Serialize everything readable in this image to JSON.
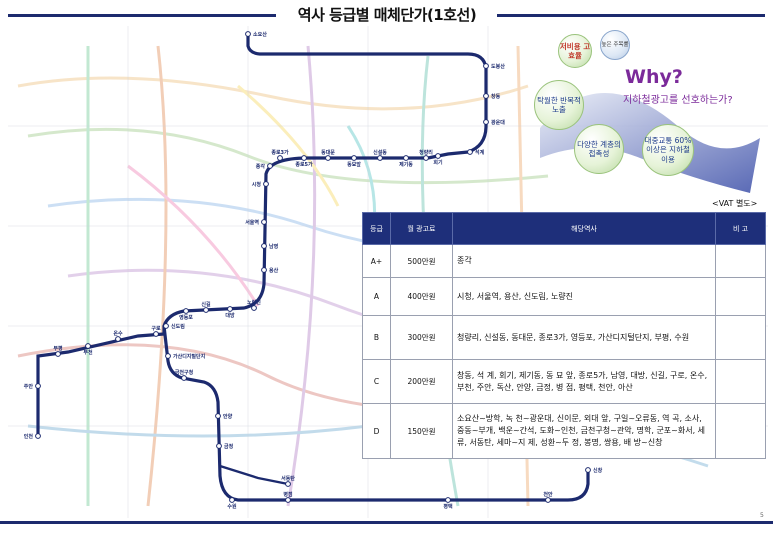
{
  "title": "역사 등급별 매체단가(1호선)",
  "page_number": "5",
  "why": {
    "title": "Why?",
    "subtitle": "지하철광고를 선호하는가?",
    "bubbles": [
      {
        "text": "저비용 고효율"
      },
      {
        "text": "높은 주목률"
      },
      {
        "text": "탁월한 반복적 노출"
      },
      {
        "text": "다양한 계층의 접촉성"
      },
      {
        "text": "대중교통 60% 이상은 지하철 이용"
      }
    ]
  },
  "vat_note": "<VAT 별도>",
  "table": {
    "headers": [
      "등급",
      "월 광고료",
      "해당역사",
      "비 고"
    ],
    "rows": [
      {
        "grade": "A+",
        "price": "500만원",
        "stations": "종각",
        "note": ""
      },
      {
        "grade": "A",
        "price": "400만원",
        "stations": "시청, 서울역, 용산, 신도림, 노량진",
        "note": ""
      },
      {
        "grade": "B",
        "price": "300만원",
        "stations": "청량리, 신설동, 동대문, 종로3가, 영등포, 가산디지털단지, 부평, 수원",
        "note": ""
      },
      {
        "grade": "C",
        "price": "200만원",
        "stations": "창동, 석 계, 회기, 제기동, 동 묘 앞, 종로5가, 남영, 대방, 신길, 구로, 온수, 부천, 주안, 독산, 안양, 금정, 병 점, 평택, 천안, 아산",
        "note": ""
      },
      {
        "grade": "D",
        "price": "150만원",
        "stations": "소요산~방학, 녹 천~광운대, 신이문, 외대 앞, 구일~오류동, 역 곡, 소사, 중동~부개, 백운~간석, 도화~인천, 금천구청~관악, 명학, 군포~화서, 세 류, 서동탄, 세마~지 제, 성환~두 정, 봉명, 쌍용, 배 방~신창",
        "note": ""
      }
    ]
  },
  "map": {
    "stations": [
      {
        "name": "소요산"
      },
      {
        "name": "도봉산"
      },
      {
        "name": "창동"
      },
      {
        "name": "광운대"
      },
      {
        "name": "석계"
      },
      {
        "name": "회기"
      },
      {
        "name": "청량리"
      },
      {
        "name": "제기동"
      },
      {
        "name": "신설동"
      },
      {
        "name": "동묘앞"
      },
      {
        "name": "동대문"
      },
      {
        "name": "종로5가"
      },
      {
        "name": "종로3가"
      },
      {
        "name": "종각"
      },
      {
        "name": "시청"
      },
      {
        "name": "서울역"
      },
      {
        "name": "남영"
      },
      {
        "name": "용산"
      },
      {
        "name": "노량진"
      },
      {
        "name": "대방"
      },
      {
        "name": "신길"
      },
      {
        "name": "영등포"
      },
      {
        "name": "신도림"
      },
      {
        "name": "구로"
      },
      {
        "name": "온수"
      },
      {
        "name": "부천"
      },
      {
        "name": "부평"
      },
      {
        "name": "주안"
      },
      {
        "name": "인천"
      },
      {
        "name": "가산디지털단지"
      },
      {
        "name": "금천구청"
      },
      {
        "name": "안양"
      },
      {
        "name": "금정"
      },
      {
        "name": "수원"
      },
      {
        "name": "병점"
      },
      {
        "name": "서동탄"
      },
      {
        "name": "평택"
      },
      {
        "name": "천안"
      },
      {
        "name": "신창"
      }
    ]
  },
  "colors": {
    "line1": "#1c2a6e",
    "table_header": "#1e2f7a",
    "why": "#7b2a9a"
  }
}
